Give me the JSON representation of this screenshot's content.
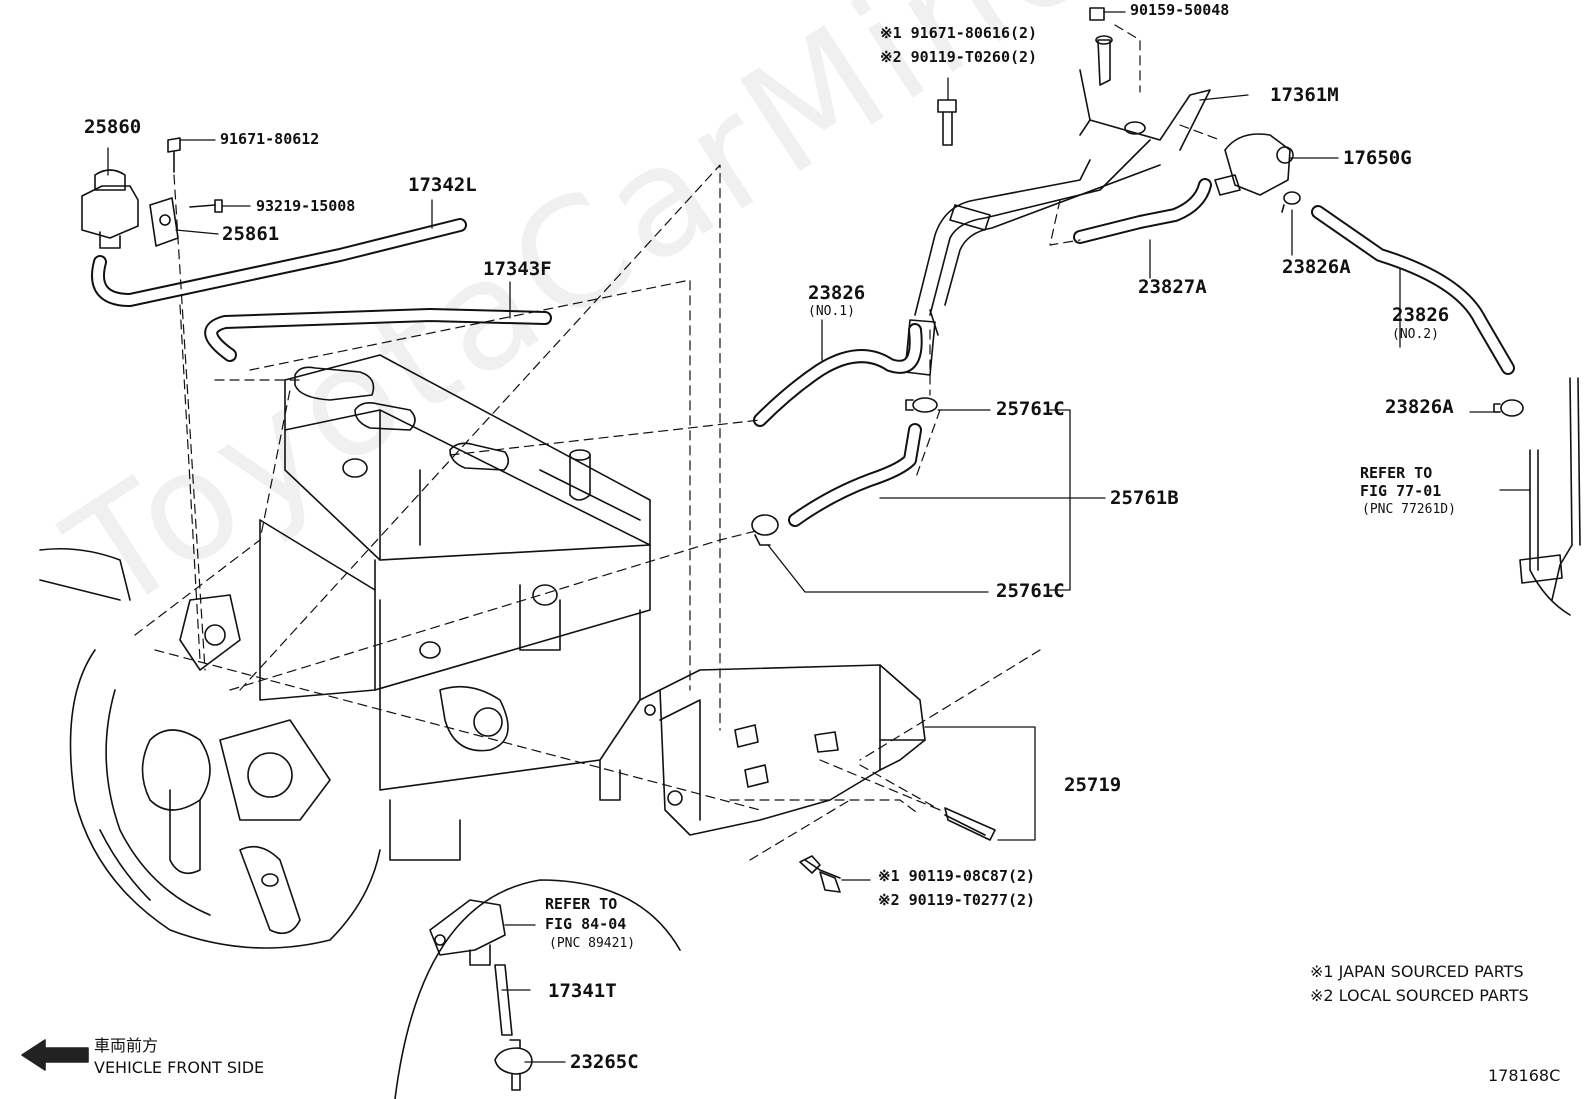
{
  "watermark": "ToyotaCarMiner.ru",
  "parts": {
    "p25860": "25860",
    "p91671_80612": "91671-80612",
    "p93219_15008": "93219-15008",
    "p25861": "25861",
    "p17342L": "17342L",
    "p17343F": "17343F",
    "p91671_80616": "※1 91671-80616(2)",
    "p90119_T0260": "※2 90119-T0260(2)",
    "p90159_50048": "90159-50048",
    "p17361M": "17361M",
    "p17650G": "17650G",
    "p23827A": "23827A",
    "p23826A_top": "23826A",
    "p23826_no1": "23826",
    "p23826_no1_sub": "(NO.1)",
    "p23826_no2": "23826",
    "p23826_no2_sub": "(NO.2)",
    "p23826A_mid": "23826A",
    "p25761C_top": "25761C",
    "p25761B": "25761B",
    "p25761C_bot": "25761C",
    "p25719": "25719",
    "p90119_08C87": "※1 90119-08C87(2)",
    "p90119_T0277": "※2 90119-T0277(2)",
    "p17341T": "17341T",
    "p23265C": "23265C"
  },
  "refs": {
    "fig77_line1": "REFER TO",
    "fig77_line2": "FIG 77-01",
    "fig77_line3": "(PNC 77261D)",
    "fig84_line1": "REFER TO",
    "fig84_line2": "FIG 84-04",
    "fig84_line3": "(PNC 89421)"
  },
  "legend": {
    "note1": "※1 JAPAN SOURCED PARTS",
    "note2": "※2 LOCAL SOURCED PARTS"
  },
  "footer": {
    "front_jp": "車両前方",
    "front_en": "VEHICLE FRONT SIDE",
    "figure_code": "178168C"
  }
}
